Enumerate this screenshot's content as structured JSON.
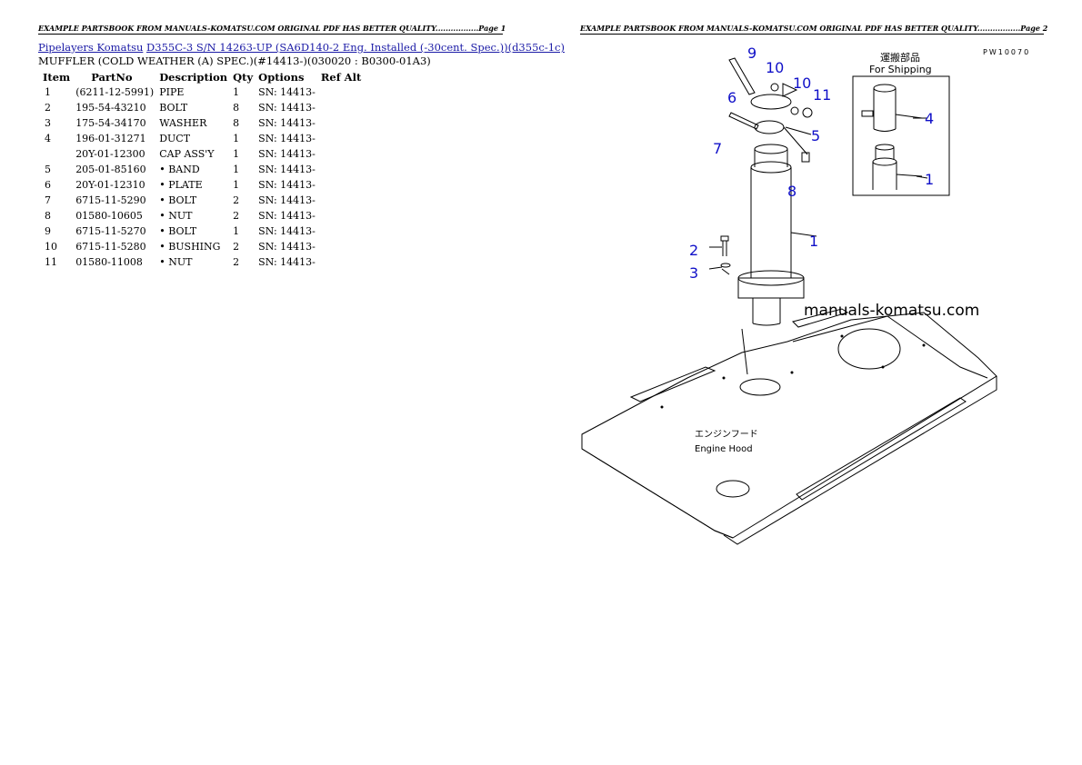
{
  "headers": {
    "page1": "EXAMPLE PARTSBOOK FROM MANUALS-KOMATSU.COM ORIGINAL PDF HAS BETTER QUALITY.................Page 1",
    "page2": "EXAMPLE PARTSBOOK FROM MANUALS-KOMATSU.COM ORIGINAL PDF HAS BETTER QUALITY.................Page 2"
  },
  "breadcrumb": {
    "link1": "Pipelayers Komatsu",
    "link2": "D355C-3 S/N 14263-UP (SA6D140-2 Eng. Installed (-30cent. Spec.))(d355c-1c)"
  },
  "subtitle": "MUFFLER (COLD WEATHER (A) SPEC.)(#14413-)(030020 : B0300-01A3)",
  "table": {
    "columns": [
      "Item",
      "PartNo",
      "Description",
      "Qty",
      "Options",
      "Ref Alt"
    ],
    "rows": [
      {
        "item": "1",
        "partno": "(6211-12-5991)",
        "desc": "PIPE",
        "qty": "1",
        "options": "SN: 14413-"
      },
      {
        "item": "2",
        "partno": "195-54-43210",
        "desc": "BOLT",
        "qty": "8",
        "options": "SN: 14413-"
      },
      {
        "item": "3",
        "partno": "175-54-34170",
        "desc": "WASHER",
        "qty": "8",
        "options": "SN: 14413-"
      },
      {
        "item": "4",
        "partno": "196-01-31271",
        "desc": "DUCT",
        "qty": "1",
        "options": "SN: 14413-"
      },
      {
        "item": "",
        "partno": "20Y-01-12300",
        "desc": "CAP ASS'Y",
        "qty": "1",
        "options": "SN: 14413-"
      },
      {
        "item": "5",
        "partno": "205-01-85160",
        "desc": "• BAND",
        "qty": "1",
        "options": "SN: 14413-"
      },
      {
        "item": "6",
        "partno": "20Y-01-12310",
        "desc": "• PLATE",
        "qty": "1",
        "options": "SN: 14413-"
      },
      {
        "item": "7",
        "partno": "6715-11-5290",
        "desc": "• BOLT",
        "qty": "2",
        "options": "SN: 14413-"
      },
      {
        "item": "8",
        "partno": "01580-10605",
        "desc": "• NUT",
        "qty": "2",
        "options": "SN: 14413-"
      },
      {
        "item": "9",
        "partno": "6715-11-5270",
        "desc": "• BOLT",
        "qty": "1",
        "options": "SN: 14413-"
      },
      {
        "item": "10",
        "partno": "6715-11-5280",
        "desc": "• BUSHING",
        "qty": "2",
        "options": "SN: 14413-"
      },
      {
        "item": "11",
        "partno": "01580-11008",
        "desc": "• NUT",
        "qty": "2",
        "options": "SN: 14413-"
      }
    ]
  },
  "diagram": {
    "code": "PW10070",
    "shipping_jp": "運搬部品",
    "shipping_en": "For Shipping",
    "hood_jp": "エンジンフード",
    "hood_en": "Engine Hood",
    "watermark": "manuals-komatsu.com",
    "callouts": {
      "c9": "9",
      "c10a": "10",
      "c10b": "10",
      "c11": "11",
      "c6": "6",
      "c5": "5",
      "c7": "7",
      "c8": "8",
      "c4": "4",
      "c1a": "1",
      "c1b": "1",
      "c2": "2",
      "c3": "3"
    }
  },
  "colors": {
    "link": "#1a1aa6",
    "callout": "#1010c8"
  }
}
